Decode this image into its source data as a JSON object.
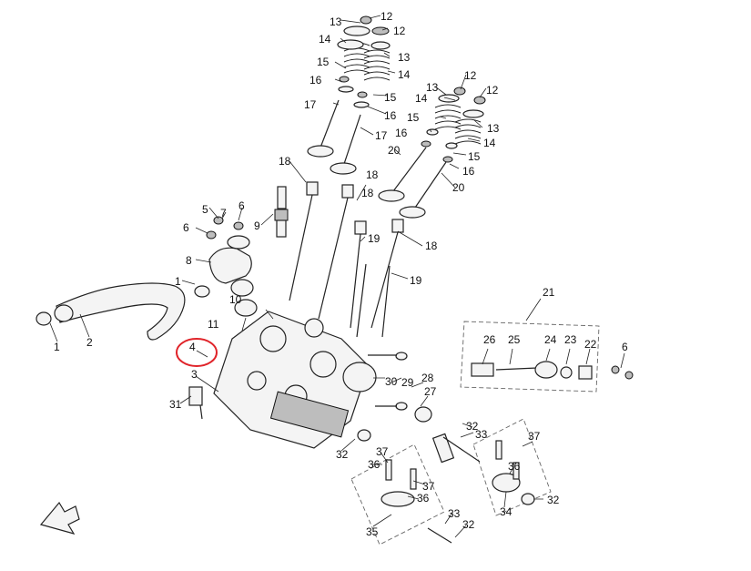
{
  "colors": {
    "line": "#222222",
    "highlight": "#e0242a",
    "background": "#ffffff"
  },
  "highlight": {
    "label": "4"
  },
  "icons": {
    "front_arrow": "front-direction-arrow-icon"
  },
  "labels": [
    {
      "id": "l13a",
      "text": "13"
    },
    {
      "id": "l12a",
      "text": "12"
    },
    {
      "id": "l14a",
      "text": "14"
    },
    {
      "id": "l12b",
      "text": "12"
    },
    {
      "id": "l13b",
      "text": "13"
    },
    {
      "id": "l15a",
      "text": "15"
    },
    {
      "id": "l14b",
      "text": "14"
    },
    {
      "id": "l16a",
      "text": "16"
    },
    {
      "id": "l15b",
      "text": "15"
    },
    {
      "id": "l17a",
      "text": "17"
    },
    {
      "id": "l16b",
      "text": "16"
    },
    {
      "id": "l17b",
      "text": "17"
    },
    {
      "id": "l12c",
      "text": "12"
    },
    {
      "id": "l12d",
      "text": "12"
    },
    {
      "id": "l13c",
      "text": "13"
    },
    {
      "id": "l14c",
      "text": "14"
    },
    {
      "id": "l15c",
      "text": "15"
    },
    {
      "id": "l13d",
      "text": "13"
    },
    {
      "id": "l16c",
      "text": "16"
    },
    {
      "id": "l14d",
      "text": "14"
    },
    {
      "id": "l20a",
      "text": "20"
    },
    {
      "id": "l15d",
      "text": "15"
    },
    {
      "id": "l16d",
      "text": "16"
    },
    {
      "id": "l18a",
      "text": "18"
    },
    {
      "id": "l20b",
      "text": "20"
    },
    {
      "id": "l18b",
      "text": "18"
    },
    {
      "id": "l5",
      "text": "5"
    },
    {
      "id": "l7",
      "text": "7"
    },
    {
      "id": "l6a",
      "text": "6"
    },
    {
      "id": "l6b",
      "text": "6"
    },
    {
      "id": "l9",
      "text": "9"
    },
    {
      "id": "l18c",
      "text": "18"
    },
    {
      "id": "l19a",
      "text": "19"
    },
    {
      "id": "l18d",
      "text": "18"
    },
    {
      "id": "l8",
      "text": "8"
    },
    {
      "id": "l1",
      "text": "1"
    },
    {
      "id": "l19b",
      "text": "19"
    },
    {
      "id": "l10",
      "text": "10"
    },
    {
      "id": "l11",
      "text": "11"
    },
    {
      "id": "l21",
      "text": "21"
    },
    {
      "id": "l1b",
      "text": "1"
    },
    {
      "id": "l2",
      "text": "2"
    },
    {
      "id": "l26",
      "text": "26"
    },
    {
      "id": "l25",
      "text": "25"
    },
    {
      "id": "l24",
      "text": "24"
    },
    {
      "id": "l23",
      "text": "23"
    },
    {
      "id": "l22",
      "text": "22"
    },
    {
      "id": "l6c",
      "text": "6"
    },
    {
      "id": "l3",
      "text": "3"
    },
    {
      "id": "l29",
      "text": "29"
    },
    {
      "id": "l28",
      "text": "28"
    },
    {
      "id": "l30",
      "text": "30"
    },
    {
      "id": "l27",
      "text": "27"
    },
    {
      "id": "l31",
      "text": "31"
    },
    {
      "id": "l32a",
      "text": "32"
    },
    {
      "id": "l33a",
      "text": "33"
    },
    {
      "id": "l32b",
      "text": "32"
    },
    {
      "id": "l37a",
      "text": "37"
    },
    {
      "id": "l37b",
      "text": "37"
    },
    {
      "id": "l36a",
      "text": "36"
    },
    {
      "id": "l36b",
      "text": "36"
    },
    {
      "id": "l37c",
      "text": "37"
    },
    {
      "id": "l36c",
      "text": "36"
    },
    {
      "id": "l32c",
      "text": "32"
    },
    {
      "id": "l34",
      "text": "34"
    },
    {
      "id": "l33b",
      "text": "33"
    },
    {
      "id": "l35",
      "text": "35"
    },
    {
      "id": "l32d",
      "text": "32"
    }
  ]
}
